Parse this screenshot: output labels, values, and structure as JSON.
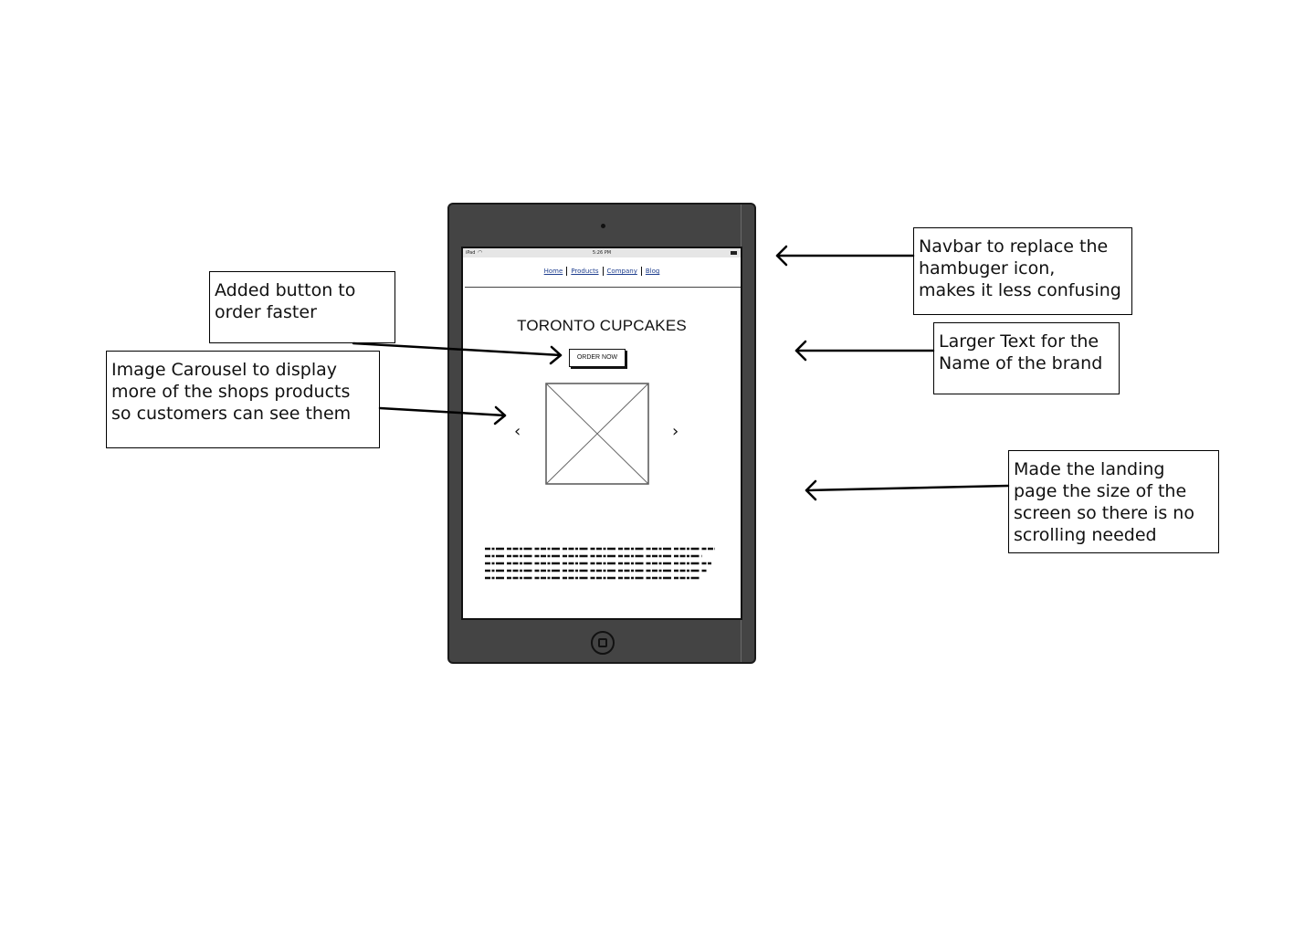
{
  "annotations": {
    "navbar_note": "Navbar to replace the\nhambuger icon,\nmakes it less confusing",
    "brand_text_note": "Larger Text for the\nName of the brand",
    "landing_size_note": "Made the landing\npage the size of the\nscreen so there is no\nscrolling needed",
    "order_button_note": "Added button to\norder faster",
    "carousel_note": "Image Carousel to display\nmore of the shops products\nso customers can see them"
  },
  "device": {
    "status_left": "iPad",
    "status_time": "5:26 PM"
  },
  "navbar": {
    "items": [
      "Home",
      "Products",
      "Company",
      "Blog"
    ]
  },
  "main": {
    "brand_title": "TORONTO CUPCAKES",
    "order_button": "ORDER NOW",
    "carousel_prev": "‹",
    "carousel_next": "›"
  },
  "icons": {
    "carousel_image": "image-placeholder-icon",
    "home_button": "home-button-icon",
    "camera": "camera-dot",
    "battery": "battery-icon",
    "wifi": "wifi-icon"
  },
  "colors": {
    "tablet_body": "#444444",
    "nav_link": "#1f3f8f",
    "background": "#ffffff"
  }
}
